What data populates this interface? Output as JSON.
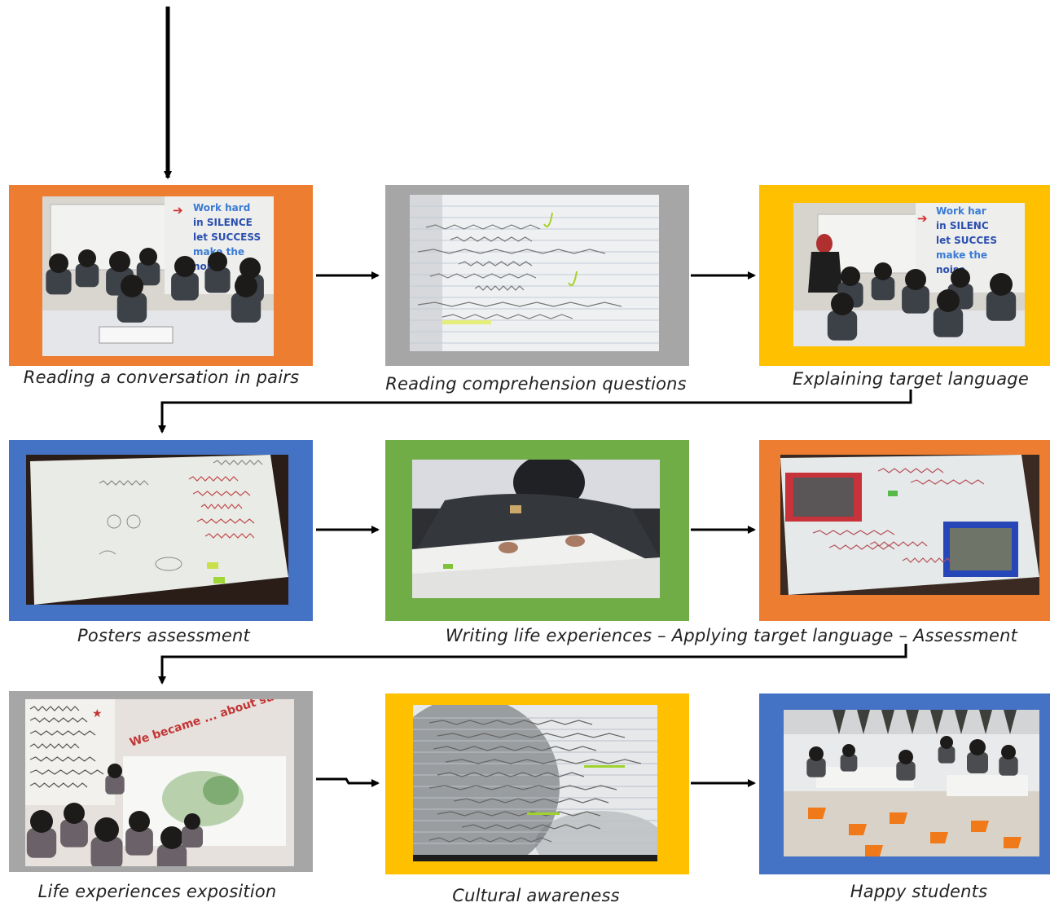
{
  "steps": [
    {
      "caption": "Reading a conversation in pairs",
      "frame_color": "#ED7D31",
      "scene": "classroom"
    },
    {
      "caption": "Reading comprehension questions",
      "frame_color": "#A6A6A6",
      "scene": "notebook"
    },
    {
      "caption": "Explaining target language",
      "frame_color": "#FFC000",
      "scene": "classroom-teacher"
    },
    {
      "caption": "Posters assessment",
      "frame_color": "#4472C4",
      "scene": "poster"
    },
    {
      "caption": "Writing life experiences – Applying target language – Assessment",
      "frame_color": "#70AD47",
      "scene": "student-writing"
    },
    {
      "caption": "",
      "frame_color": "#ED7D31",
      "scene": "poster-photos"
    },
    {
      "caption": "Life experiences exposition",
      "frame_color": "#A6A6A6",
      "scene": "projection"
    },
    {
      "caption": "Cultural awareness",
      "frame_color": "#FFC000",
      "scene": "notebook-dark"
    },
    {
      "caption": "Happy students",
      "frame_color": "#4472C4",
      "scene": "happy-classroom"
    }
  ],
  "wall_text": [
    "Work hard",
    "in SILENCE",
    "let SUCCESS",
    "make the",
    "noise"
  ],
  "wall_text_right": [
    "Work har",
    "in SILENC",
    "let SUCCES",
    "make the",
    "noise"
  ],
  "banner_text": "We became ... about survival"
}
